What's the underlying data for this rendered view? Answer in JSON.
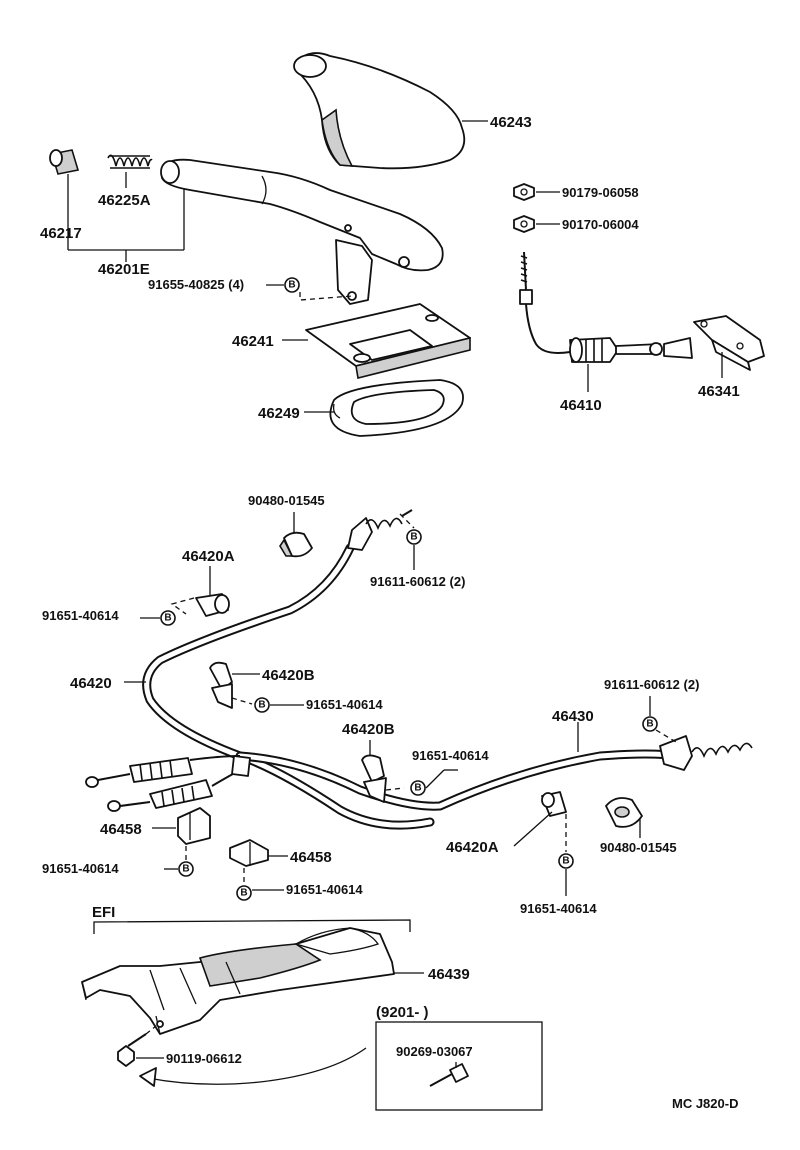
{
  "parts": {
    "p46243": "46243",
    "p46225A": "46225A",
    "p46217": "46217",
    "p46201E": "46201E",
    "p91655_40825": "91655-40825 (4)",
    "p46241": "46241",
    "p46249": "46249",
    "p90179_06058": "90179-06058",
    "p90170_06004": "90170-06004",
    "p46410": "46410",
    "p46341": "46341",
    "p90480_01545_a": "90480-01545",
    "p46420A_a": "46420A",
    "p91611_60612_a": "91611-60612 (2)",
    "p91651_40614_a": "91651-40614",
    "p46420": "46420",
    "p46420B_a": "46420B",
    "p91651_40614_b": "91651-40614",
    "p91611_60612_b": "91611-60612 (2)",
    "p46430": "46430",
    "p46420B_b": "46420B",
    "p91651_40614_c": "91651-40614",
    "p46458_a": "46458",
    "p91651_40614_d": "91651-40614",
    "p46458_b": "46458",
    "p91651_40614_e": "91651-40614",
    "p46420A_b": "46420A",
    "p90480_01545_b": "90480-01545",
    "p91651_40614_f": "91651-40614",
    "p46439": "46439",
    "p90119_06612": "90119-06612",
    "p90269_03067": "90269-03067"
  },
  "section_efi": "EFI",
  "inset_range": "(9201-      )",
  "bolt_marker": "B",
  "catalog_code": "MC J820-D"
}
